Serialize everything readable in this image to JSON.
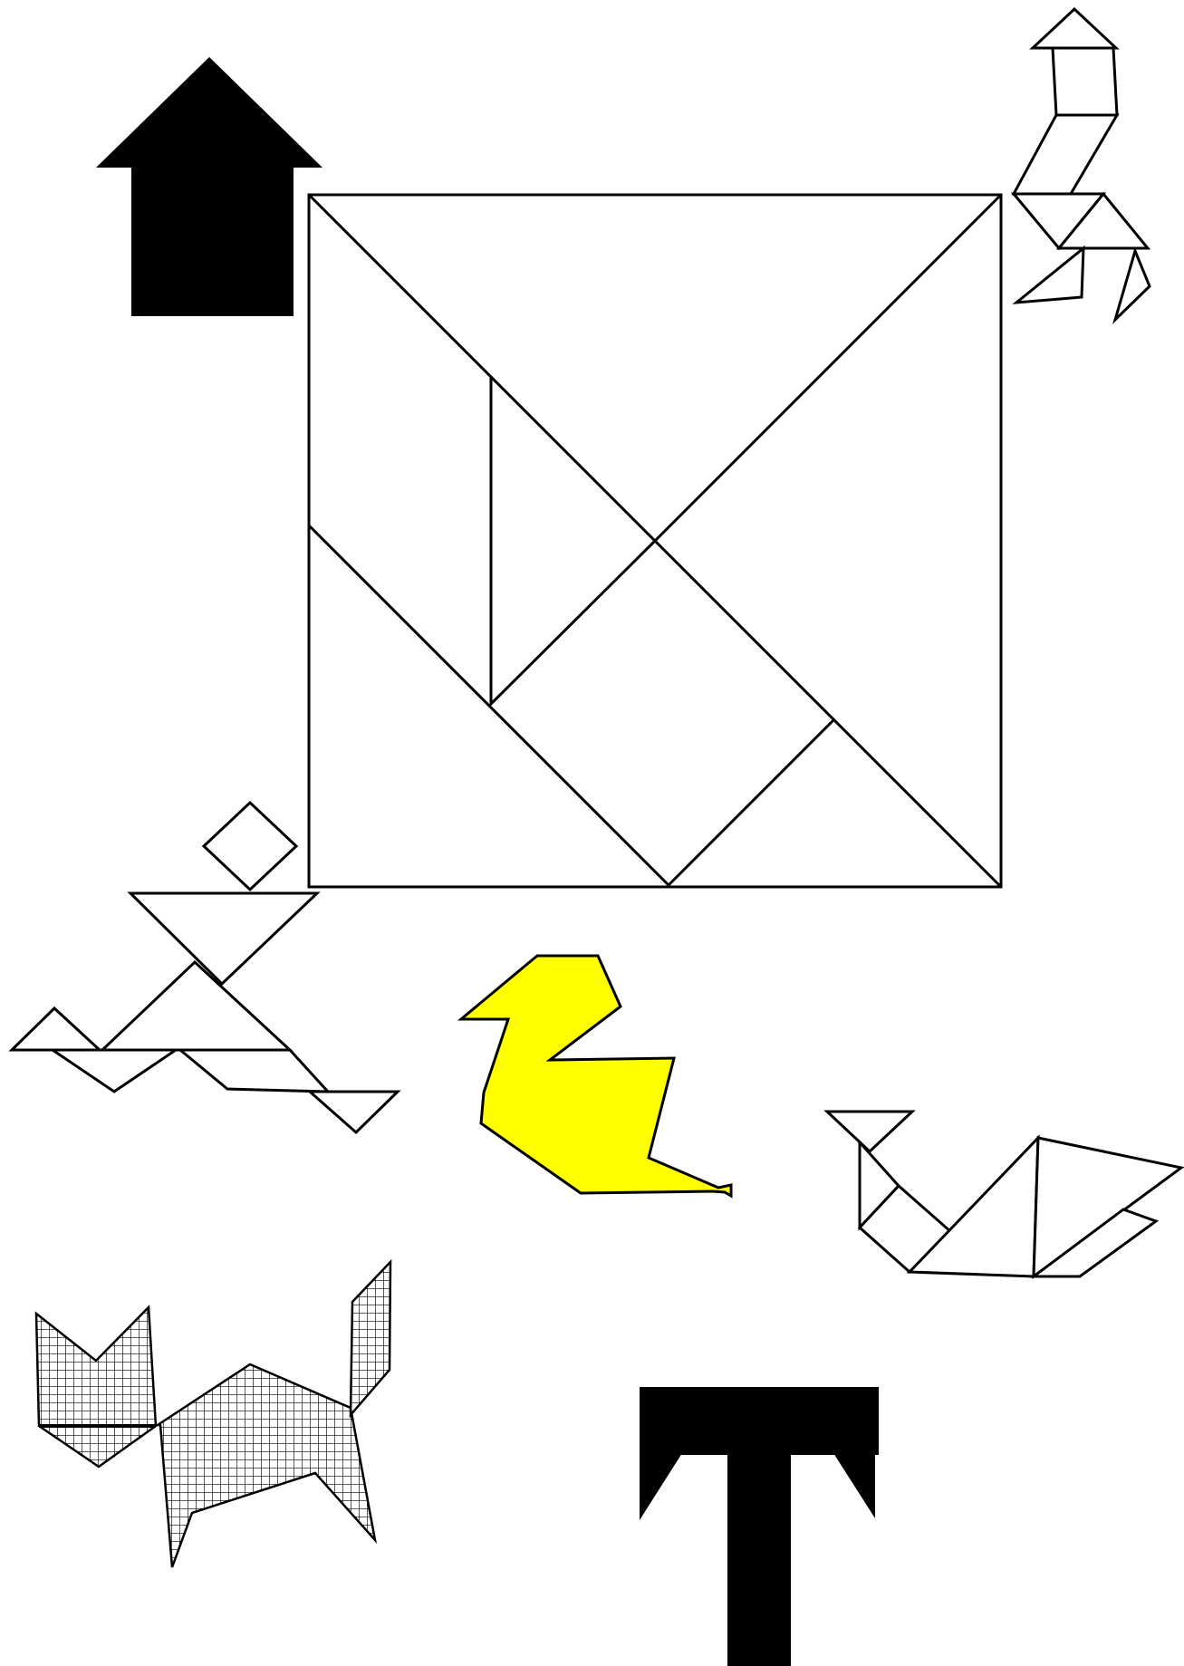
{
  "colors": {
    "background": "#ffffff",
    "outline": "#000000",
    "solid_fill": "#000000",
    "duck_fill": "#ffff00",
    "cat_hatch": "#000000"
  },
  "figures": [
    {
      "id": "tangram-square",
      "fill": "white-outline"
    },
    {
      "id": "house",
      "fill": "solid-black"
    },
    {
      "id": "bird-figure",
      "fill": "white-outline"
    },
    {
      "id": "running-person",
      "fill": "white-outline"
    },
    {
      "id": "duck",
      "fill": "yellow"
    },
    {
      "id": "swan",
      "fill": "white-outline"
    },
    {
      "id": "cat",
      "fill": "grid-hatch"
    },
    {
      "id": "letter-t",
      "fill": "solid-black"
    }
  ]
}
